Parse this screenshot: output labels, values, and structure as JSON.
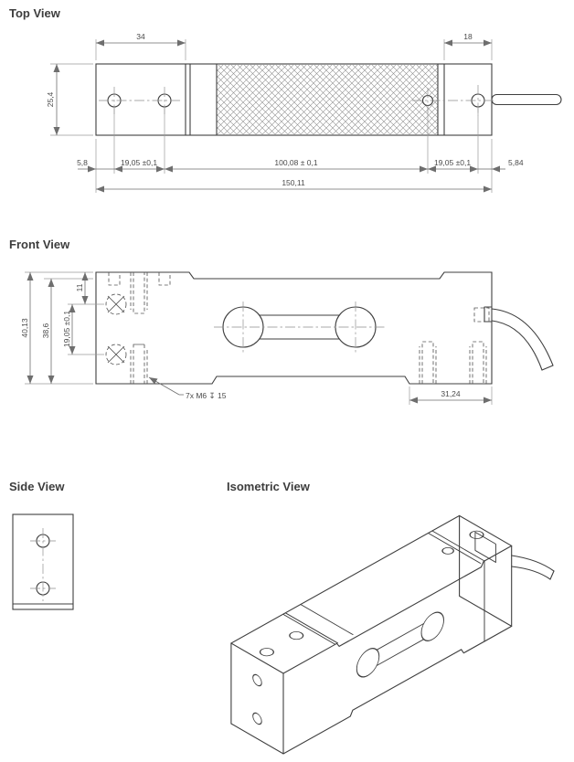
{
  "titles": {
    "top": "Top View",
    "front": "Front View",
    "side": "Side View",
    "iso": "Isometric View"
  },
  "top_dims": {
    "w_left": "34",
    "w_right": "18",
    "height": "25,4",
    "c1": "5,8",
    "c2": "19,05 ±0,1",
    "c3": "100,08 ± 0,1",
    "c4": "19,05 ±0,1",
    "c5": "5,84",
    "total": "150,11"
  },
  "front_dims": {
    "h_total": "40,13",
    "h_mid": "38,6",
    "hole_span": "19,05 ±0,1",
    "top_offset": "11",
    "thread_callout": "7x M6 ↧ 15",
    "right_len": "31,24"
  },
  "colors": {
    "object_line": "#3f3f3f",
    "dimension_line": "#6e6e6e",
    "background": "#ffffff"
  }
}
